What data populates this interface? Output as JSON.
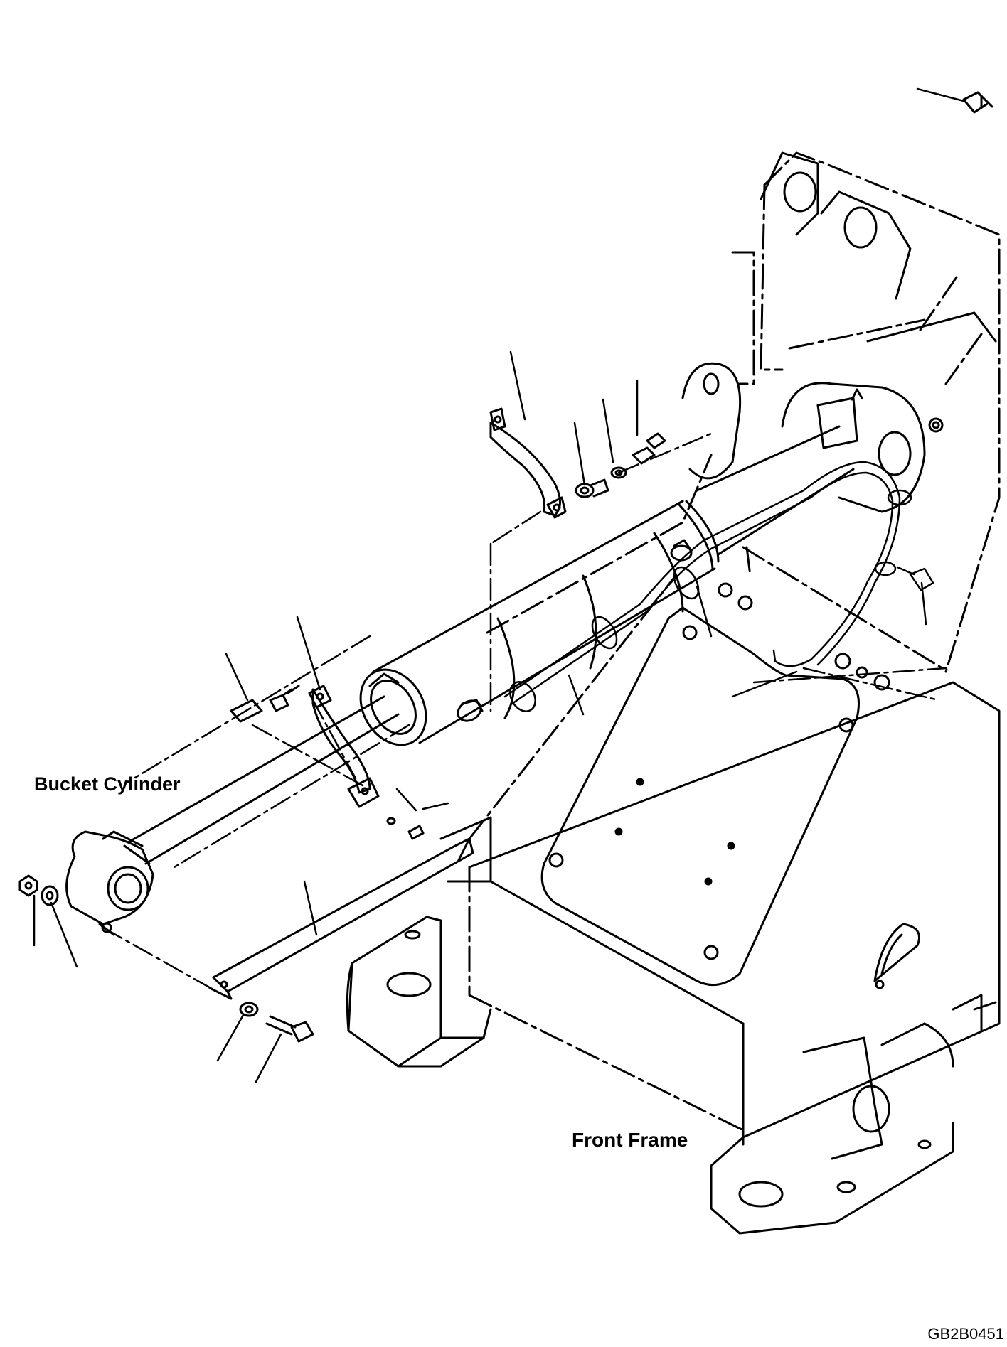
{
  "labels": {
    "bucket_cylinder": "Bucket Cylinder",
    "front_frame": "Front Frame",
    "drawing_code": "GB2B0451"
  },
  "colors": {
    "ink": "#000000",
    "paper": "#ffffff"
  }
}
